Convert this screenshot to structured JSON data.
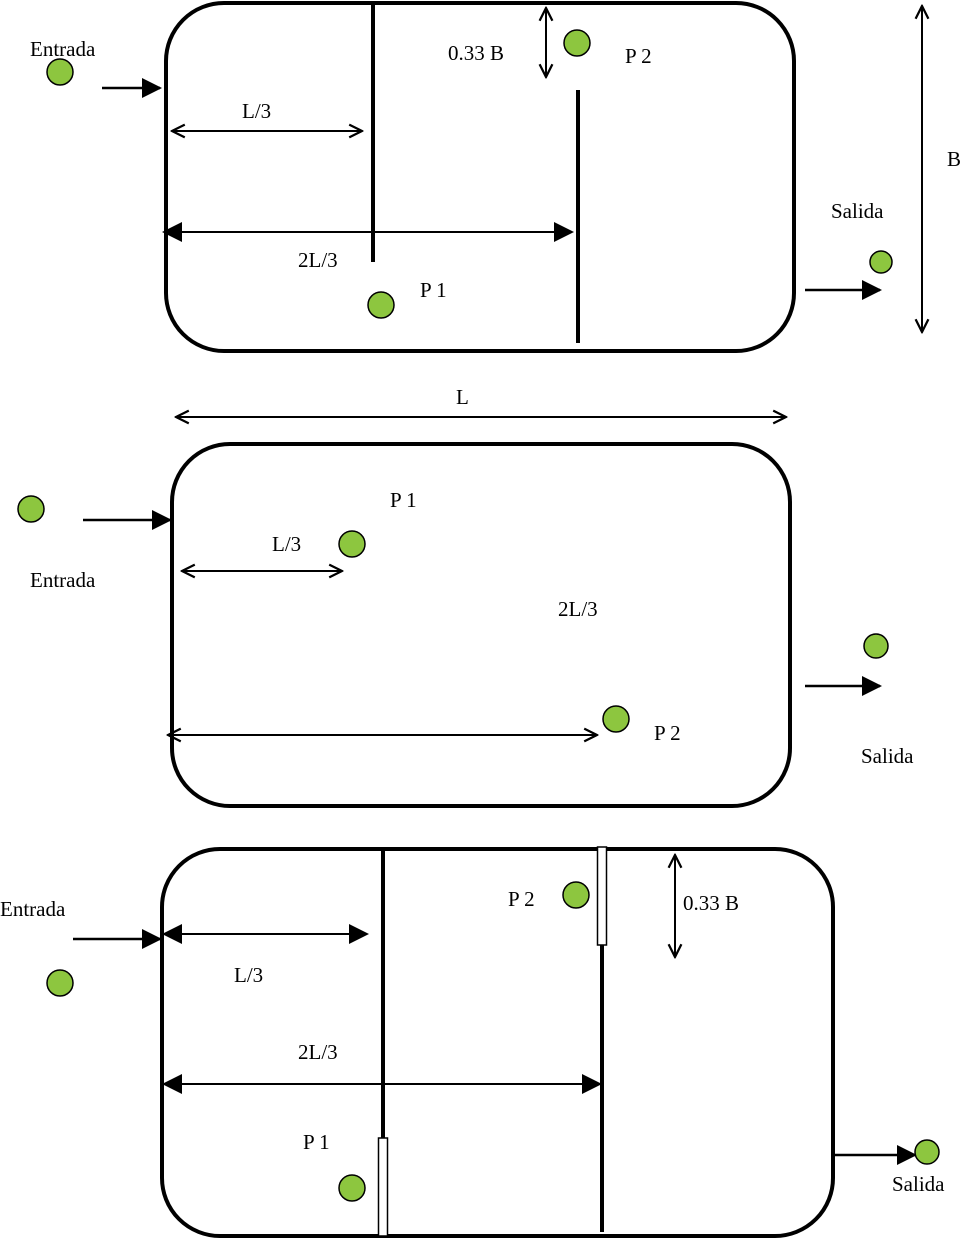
{
  "labels": {
    "entrada": "Entrada",
    "salida": "Salida",
    "p1": "P 1",
    "p2": "P 2",
    "l_third": "L/3",
    "two_l_third": "2L/3",
    "l": "L",
    "b": "B",
    "b_033": "0.33 B"
  },
  "colors": {
    "sample_point": "#8dc63f",
    "line": "#000000"
  }
}
